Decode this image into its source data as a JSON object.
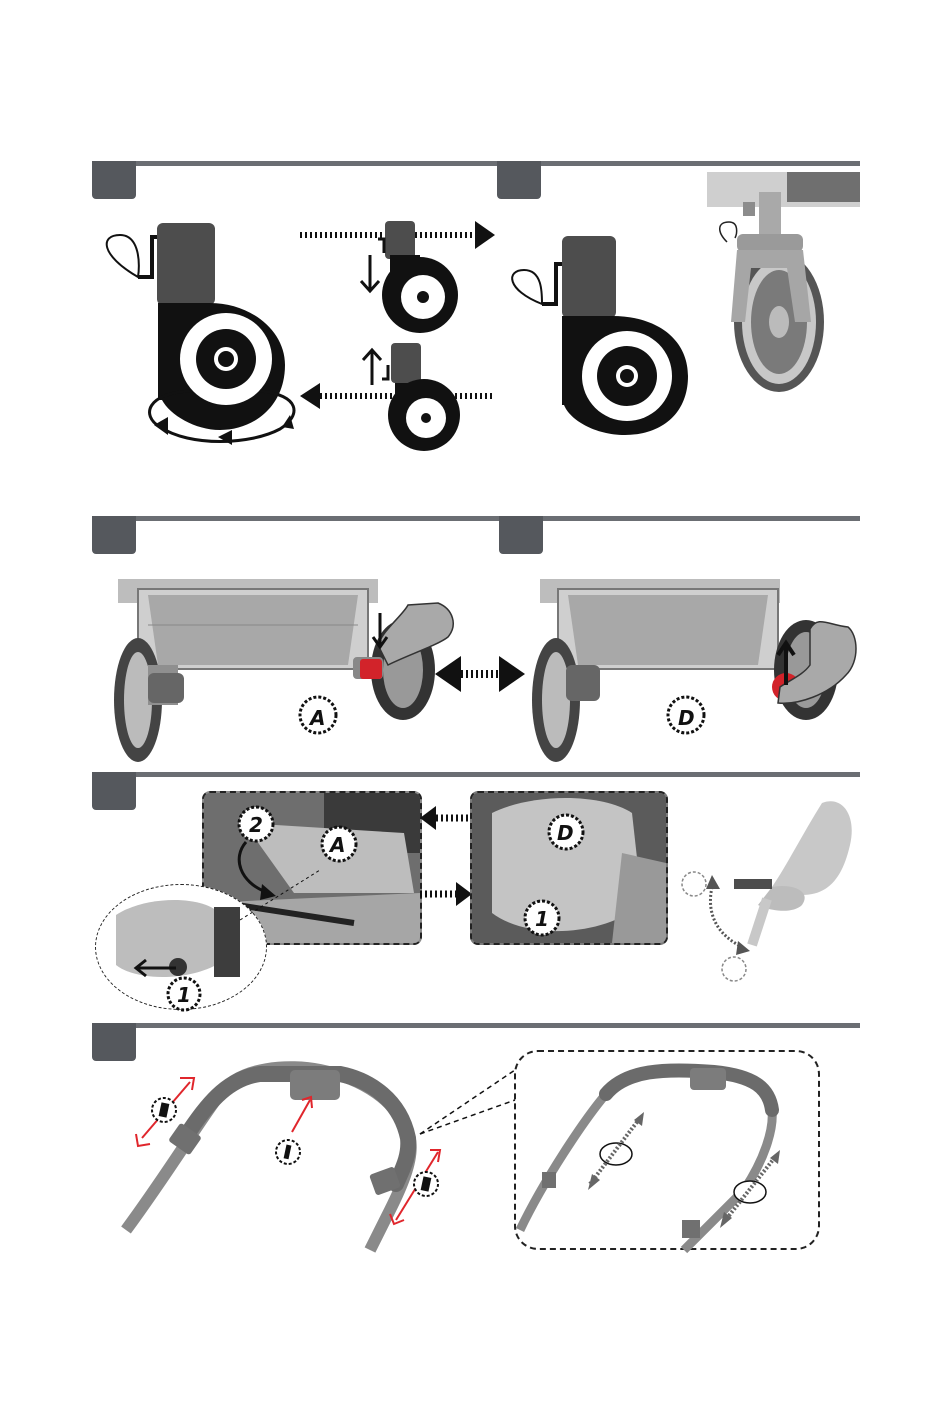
{
  "sections": [
    {
      "id": "swivel-wheel-lock",
      "panels": [
        "swivel-diagram",
        "swivel-photo"
      ]
    },
    {
      "id": "parking-brake",
      "panels": [
        "brake-engage",
        "brake-release"
      ]
    },
    {
      "id": "footrest-adjust",
      "panels": [
        "footrest-down",
        "footrest-up",
        "footrest-side-view"
      ]
    },
    {
      "id": "handlebar-adjust",
      "panels": [
        "handlebar-main",
        "handlebar-detail"
      ]
    }
  ],
  "labels": {
    "brake_lock_letter": "A",
    "brake_release_letter": "D",
    "footrest_step_2": "2",
    "footrest_up_letter": "A",
    "footrest_down_letter": "D",
    "footrest_step_1a": "1",
    "footrest_step_1b": "1",
    "footrest_step_1c": "1"
  },
  "colors": {
    "rule": "#6b6e73",
    "step_box": "#55585d",
    "wheel": "#111111",
    "latch": "#4d4d4d",
    "brake_accent": "#d2232a",
    "handle_arrow": "#e0262c",
    "photo_gray": "#9a9a9a"
  },
  "icons": [
    "cord-loop-icon",
    "rotation-arrow-icon",
    "arrow-down-icon",
    "arrow-up-icon",
    "double-arrow-icon",
    "dashed-arrow-icon"
  ]
}
